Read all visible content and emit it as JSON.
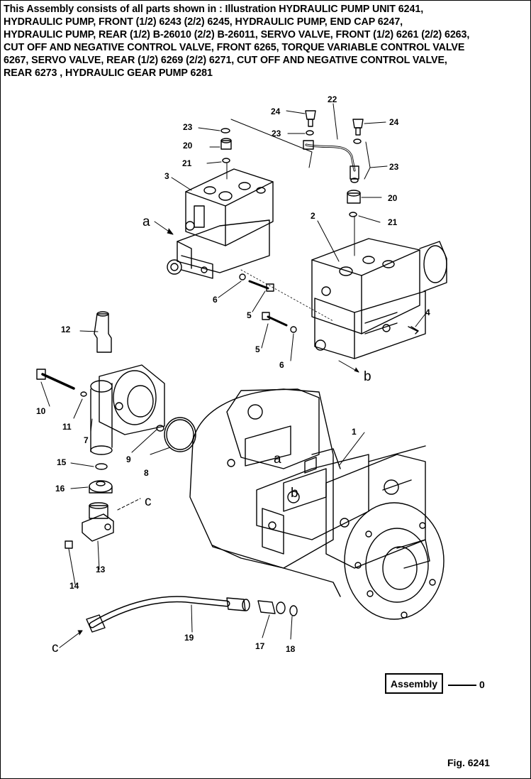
{
  "header": {
    "lines": [
      "This Assembly consists of all parts shown in : Illustration HYDRAULIC PUMP UNIT 6241,",
      "HYDRAULIC PUMP, FRONT (1/2) 6243  (2/2) 6245, HYDRAULIC PUMP, END CAP 6247,",
      "HYDRAULIC PUMP, REAR (1/2) B-26010 (2/2) B-26011, SERVO VALVE, FRONT (1/2) 6261 (2/2) 6263,",
      "CUT OFF AND NEGATIVE CONTROL VALVE, FRONT 6265, TORQUE VARIABLE CONTROL VALVE",
      "6267, SERVO VALVE, REAR (1/2) 6269 (2/2) 6271, CUT OFF AND  NEGATIVE CONTROL VALVE,",
      "REAR 6273 , HYDRAULIC GEAR PUMP 6281"
    ]
  },
  "labels": {
    "p1": "1",
    "p2": "2",
    "p3": "3",
    "p4": "4",
    "p5a": "5",
    "p5b": "5",
    "p6a": "6",
    "p6b": "6",
    "p7": "7",
    "p8": "8",
    "p9": "9",
    "p10": "10",
    "p11": "11",
    "p12": "12",
    "p13": "13",
    "p14": "14",
    "p15": "15",
    "p16": "16",
    "p17": "17",
    "p18": "18",
    "p19": "19",
    "p20a": "20",
    "p20b": "20",
    "p21a": "21",
    "p21b": "21",
    "p22": "22",
    "p23a": "23",
    "p23b": "23",
    "p23c": "23",
    "p24a": "24",
    "p24b": "24",
    "ref_a1": "a",
    "ref_a2": "a",
    "ref_b1": "b",
    "ref_b2": "b",
    "ref_c1": "c",
    "ref_c2": "c"
  },
  "assembly": {
    "label": "Assembly",
    "number": "0"
  },
  "figure": {
    "label": "Fig. 6241"
  }
}
